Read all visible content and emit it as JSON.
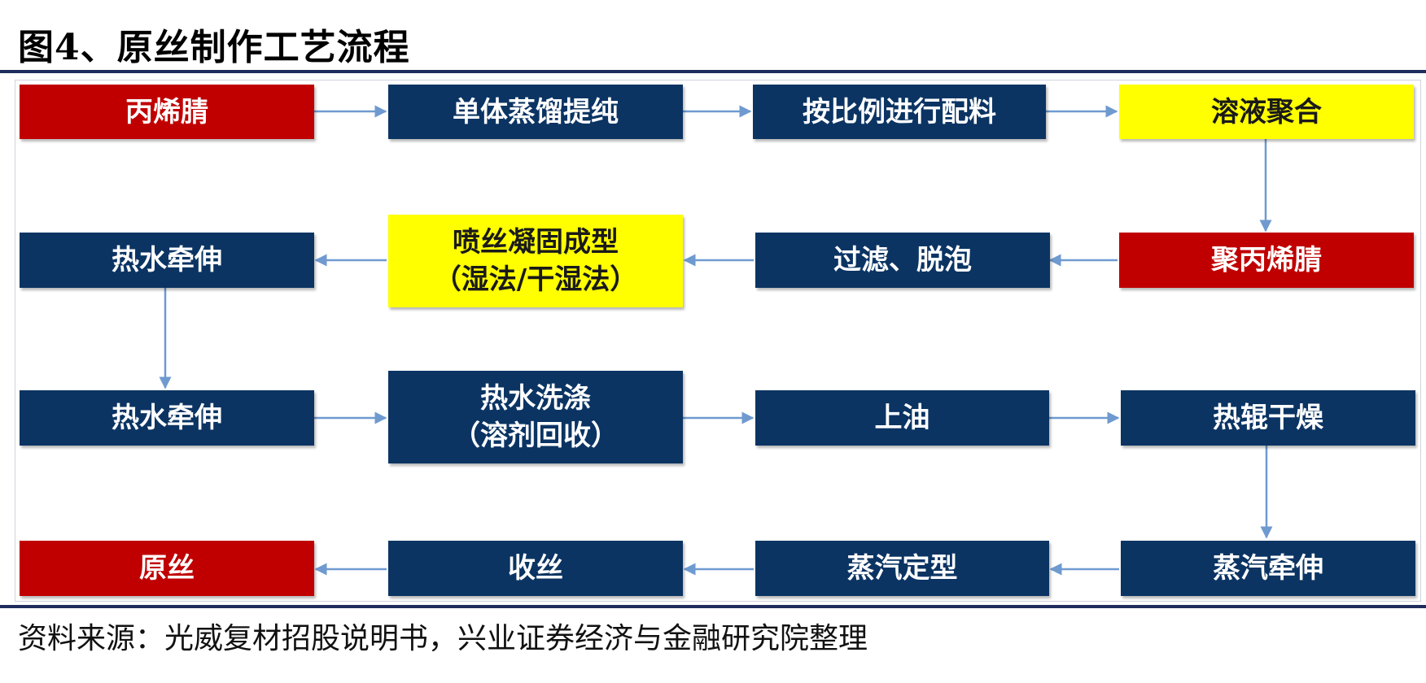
{
  "title": "图4、原丝制作工艺流程",
  "source": "资料来源：光威复材招股说明书，兴业证券经济与金融研究院整理",
  "colors": {
    "navy": "#0b3463",
    "red": "#c00000",
    "yellow": "#ffff00",
    "arrow": "#6f9ad0",
    "rule": "#1f2d5c"
  },
  "nodes": {
    "n1": "丙烯腈",
    "n2": "单体蒸馏提纯",
    "n3": "按比例进行配料",
    "n4": "溶液聚合",
    "n5": "聚丙烯腈",
    "n6": "过滤、脱泡",
    "n7": "喷丝凝固成型\n（湿法/干湿法）",
    "n8": "热水牵伸",
    "n9": "热水牵伸",
    "n10": "热水洗涤\n（溶剂回收）",
    "n11": "上油",
    "n12": "热辊干燥",
    "n13": "蒸汽牵伸",
    "n14": "蒸汽定型",
    "n15": "收丝",
    "n16": "原丝"
  },
  "edges": [
    [
      "n1",
      "n2"
    ],
    [
      "n2",
      "n3"
    ],
    [
      "n3",
      "n4"
    ],
    [
      "n4",
      "n5"
    ],
    [
      "n5",
      "n6"
    ],
    [
      "n6",
      "n7"
    ],
    [
      "n7",
      "n8"
    ],
    [
      "n8",
      "n9"
    ],
    [
      "n9",
      "n10"
    ],
    [
      "n10",
      "n11"
    ],
    [
      "n11",
      "n12"
    ],
    [
      "n12",
      "n13"
    ],
    [
      "n13",
      "n14"
    ],
    [
      "n14",
      "n15"
    ],
    [
      "n15",
      "n16"
    ]
  ]
}
